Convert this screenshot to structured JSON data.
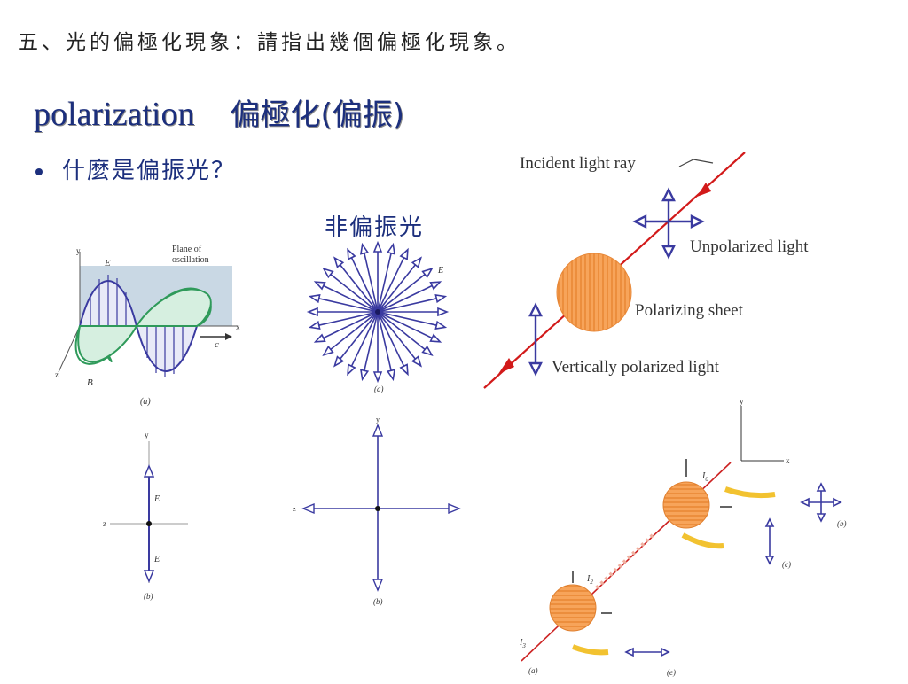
{
  "heading": "五、光的偏極化現象：請指出幾個偏極化現象。",
  "title": {
    "en": "polarization",
    "zh": "偏極化(偏振)"
  },
  "bullet": "什麼是偏振光？",
  "np_label": "非偏振光",
  "fig_wave": {
    "plane_line1": "Plane of",
    "plane_line2": "oscillation",
    "E": "E",
    "B": "B",
    "c": "c",
    "x": "x",
    "y": "y",
    "z": "z",
    "caption": "(a)"
  },
  "fig_star": {
    "E": "E",
    "caption": "(a)"
  },
  "fig_cross_small": {
    "E1": "E",
    "E2": "E",
    "y": "y",
    "z": "z",
    "caption": "(b)"
  },
  "fig_cross_large": {
    "y": "y",
    "z": "z",
    "caption": "(b)"
  },
  "fig_polarizer": {
    "incident": "Incident light ray",
    "unpolarized": "Unpolarized light",
    "sheet": "Polarizing sheet",
    "vertical": "Vertically polarized light"
  },
  "fig_two_sheets": {
    "y": "y",
    "x": "x",
    "I0": "I",
    "I0_sub": "0",
    "I2": "I",
    "I2_sub": "2",
    "I3": "I",
    "I3_sub": "3",
    "a": "(a)",
    "b": "(b)",
    "c": "(c)",
    "e": "(e)"
  },
  "colors": {
    "title": "#1c2f7d",
    "wave_E": "#3a3aa0",
    "wave_B": "#2f9a5a",
    "polarizer": "#f0923a",
    "ray": "#d21a1a",
    "arrow_yellow": "#f2c230"
  }
}
